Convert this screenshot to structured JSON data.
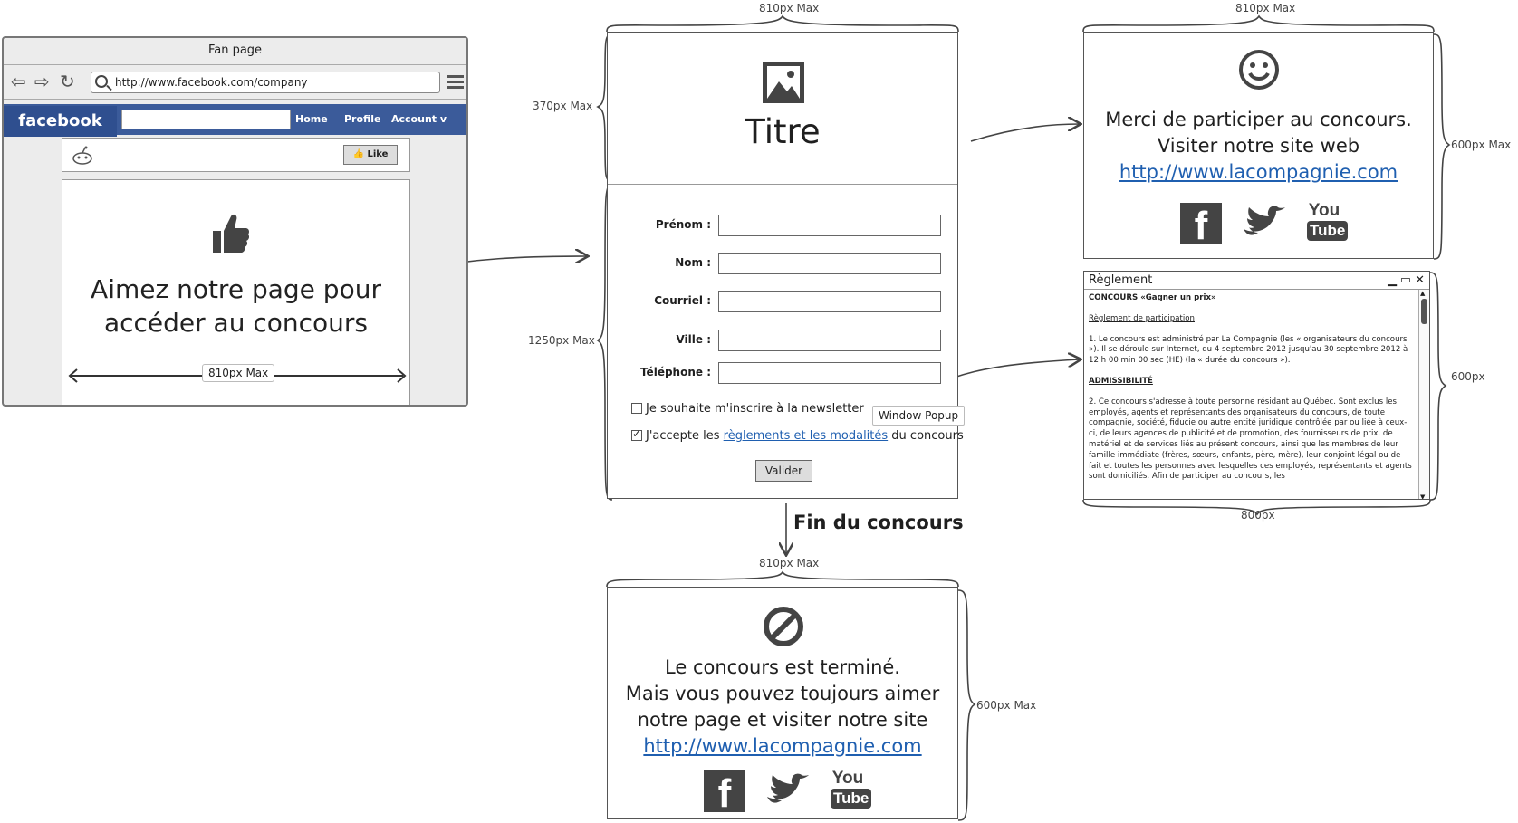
{
  "browser": {
    "title": "Fan page",
    "url": "http://www.facebook.com/company",
    "brand": "facebook",
    "nav": [
      "Home",
      "Profile",
      "Account v"
    ],
    "like_label": "Like",
    "cta_line1": "Aimez notre page pour",
    "cta_line2": "accéder au concours",
    "width_label": "810px Max"
  },
  "form": {
    "width_label": "810px Max",
    "header_height_label": "370px Max",
    "body_height_label": "1250px Max",
    "title": "Titre",
    "fields": [
      {
        "label": "Prénom :"
      },
      {
        "label": "Nom :"
      },
      {
        "label": "Courriel :"
      },
      {
        "label": "Ville :"
      },
      {
        "label": "Téléphone :"
      }
    ],
    "newsletter_label": "Je souhaite m'inscrire à la newsletter",
    "accept_prefix": "J'accepte les ",
    "accept_link": "règlements et les modalités",
    "accept_suffix": " du concours",
    "submit_label": "Valider",
    "popup_label": "Window Popup",
    "end_flow_label": "Fin du concours"
  },
  "thanks": {
    "width_label": "810px Max",
    "height_label": "600px Max",
    "line1": "Merci de participer au concours.",
    "line2": "Visiter notre site web",
    "link": "http://www.lacompagnie.com",
    "youtube_top": "You",
    "youtube_bottom": "Tube"
  },
  "rules": {
    "window_title": "Règlement",
    "height_label": "600px",
    "width_label": "800px",
    "heading": "CONCOURS «Gagner un prix»",
    "subheading": "Règlement de participation",
    "para1": "1. Le concours est administré par La Compagnie (les « organisateurs du concours »). Il se déroule sur Internet, du 4 septembre 2012 jusqu'au 30 septembre 2012 à 12 h 00 min 00 sec (HE) (la « durée du concours »).",
    "section": "ADMISSIBILITÉ",
    "para2": "2. Ce concours s'adresse à toute personne résidant au Québec. Sont exclus les employés, agents et représentants des organisateurs du concours, de toute compagnie, société, fiducie ou autre entité juridique contrôlée par ou liée à ceux-ci, de leurs agences de publicité et de promotion, des fournisseurs de prix, de matériel et de services liés au présent concours, ainsi que les membres de leur famille immédiate (frères, sœurs, enfants, père, mère), leur conjoint légal ou de fait et toutes les personnes avec lesquelles ces employés, représentants et agents sont domiciliés. Afin de participer au concours, les"
  },
  "end": {
    "width_label": "810px Max",
    "height_label": "600px Max",
    "line1": "Le concours est terminé.",
    "line2": "Mais vous pouvez toujours aimer",
    "line3": "notre page et visiter notre site",
    "link": "http://www.lacompagnie.com",
    "youtube_top": "You",
    "youtube_bottom": "Tube"
  },
  "colors": {
    "facebook_blue": "#3b5b9a",
    "link": "#1f5fb0",
    "icon_gray": "#444444"
  }
}
